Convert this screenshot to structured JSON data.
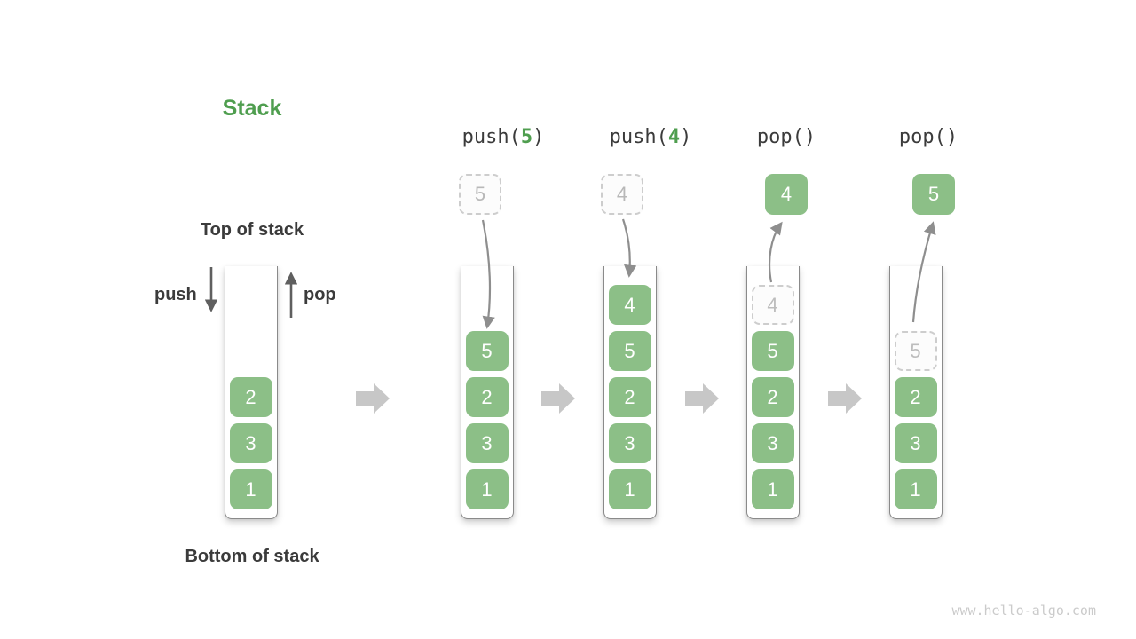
{
  "title": "Stack",
  "watermark": "www.hello-algo.com",
  "labels": {
    "top_of_stack": "Top of stack",
    "bottom_of_stack": "Bottom of stack",
    "push": "push",
    "pop": "pop"
  },
  "operations": [
    {
      "pre": "push(",
      "arg": "5",
      "post": ")"
    },
    {
      "pre": "push(",
      "arg": "4",
      "post": ")"
    },
    {
      "pre": "pop()",
      "arg": "",
      "post": ""
    },
    {
      "pre": "pop()",
      "arg": "",
      "post": ""
    }
  ],
  "floating": [
    {
      "v": "5",
      "style": "dashed"
    },
    {
      "v": "4",
      "style": "dashed"
    },
    {
      "v": "4",
      "style": "solid"
    },
    {
      "v": "5",
      "style": "solid"
    }
  ],
  "stacks": [
    {
      "name": "initial",
      "items": [
        {
          "v": "2",
          "dashed": false
        },
        {
          "v": "3",
          "dashed": false
        },
        {
          "v": "1",
          "dashed": false
        }
      ]
    },
    {
      "name": "after-push-5",
      "items": [
        {
          "v": "5",
          "dashed": false
        },
        {
          "v": "2",
          "dashed": false
        },
        {
          "v": "3",
          "dashed": false
        },
        {
          "v": "1",
          "dashed": false
        }
      ]
    },
    {
      "name": "after-push-4",
      "items": [
        {
          "v": "4",
          "dashed": false
        },
        {
          "v": "5",
          "dashed": false
        },
        {
          "v": "2",
          "dashed": false
        },
        {
          "v": "3",
          "dashed": false
        },
        {
          "v": "1",
          "dashed": false
        }
      ]
    },
    {
      "name": "during-pop-4",
      "items": [
        {
          "v": "4",
          "dashed": true
        },
        {
          "v": "5",
          "dashed": false
        },
        {
          "v": "2",
          "dashed": false
        },
        {
          "v": "3",
          "dashed": false
        },
        {
          "v": "1",
          "dashed": false
        }
      ]
    },
    {
      "name": "during-pop-5",
      "items": [
        {
          "v": "5",
          "dashed": true
        },
        {
          "v": "2",
          "dashed": false
        },
        {
          "v": "3",
          "dashed": false
        },
        {
          "v": "1",
          "dashed": false
        }
      ]
    }
  ],
  "colors": {
    "box_green": "#8cbf87",
    "accent_green": "#4f9e4f",
    "dark_text": "#3b3b3b",
    "block_arrow_gray": "#c7c7c7",
    "flow_arrow_gray": "#8e8e8e",
    "pushpop_arrow_gray": "#5f5f5f",
    "dashed_border_gray": "#cdcdcd",
    "watermark_gray": "#cbcbcb"
  }
}
